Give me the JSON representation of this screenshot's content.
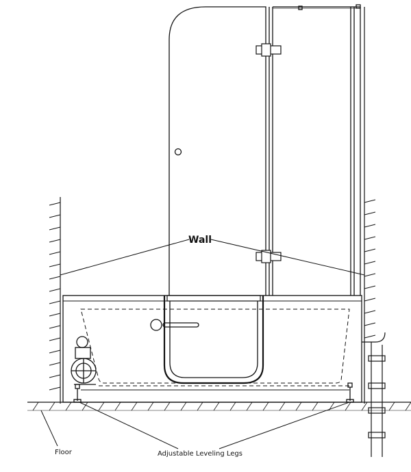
{
  "labels": {
    "wall": "Wall",
    "floor": "Floor",
    "legs": "Adjustable Leveling Legs"
  }
}
